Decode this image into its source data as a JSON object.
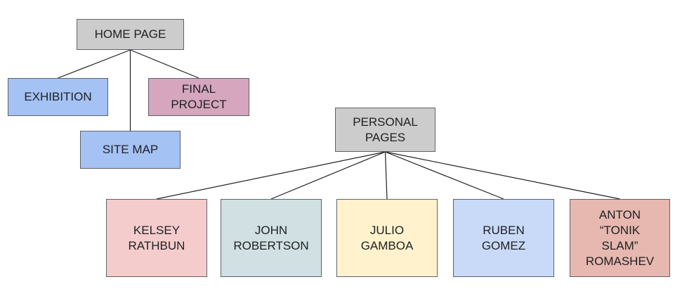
{
  "nodes": {
    "home_page": {
      "label": "HOME PAGE",
      "color": "#cccccc"
    },
    "exhibition": {
      "label": "EXHIBITION",
      "color": "#a4c2f4"
    },
    "final_project": {
      "label": "FINAL\nPROJECT",
      "color": "#d5a6bd"
    },
    "site_map": {
      "label": "SITE MAP",
      "color": "#a4c2f4"
    },
    "personal_pages": {
      "label": "PERSONAL\nPAGES",
      "color": "#cccccc"
    },
    "kelsey_rathbun": {
      "label": "KELSEY\nRATHBUN",
      "color": "#f4cccc"
    },
    "john_robertson": {
      "label": "JOHN\nROBERTSON",
      "color": "#d0e0e3"
    },
    "julio_gamboa": {
      "label": "JULIO\nGAMBOA",
      "color": "#fff2cc"
    },
    "ruben_gomez": {
      "label": "RUBEN\nGOMEZ",
      "color": "#c9daf8"
    },
    "anton_romashev": {
      "label": "ANTON\n“TONIK\nSLAM”\nROMASHEV",
      "color": "#e6b8af"
    }
  },
  "edges": [
    [
      "home_page",
      "exhibition"
    ],
    [
      "home_page",
      "site_map"
    ],
    [
      "home_page",
      "final_project"
    ],
    [
      "personal_pages",
      "kelsey_rathbun"
    ],
    [
      "personal_pages",
      "john_robertson"
    ],
    [
      "personal_pages",
      "julio_gamboa"
    ],
    [
      "personal_pages",
      "ruben_gomez"
    ],
    [
      "personal_pages",
      "anton_romashev"
    ]
  ]
}
